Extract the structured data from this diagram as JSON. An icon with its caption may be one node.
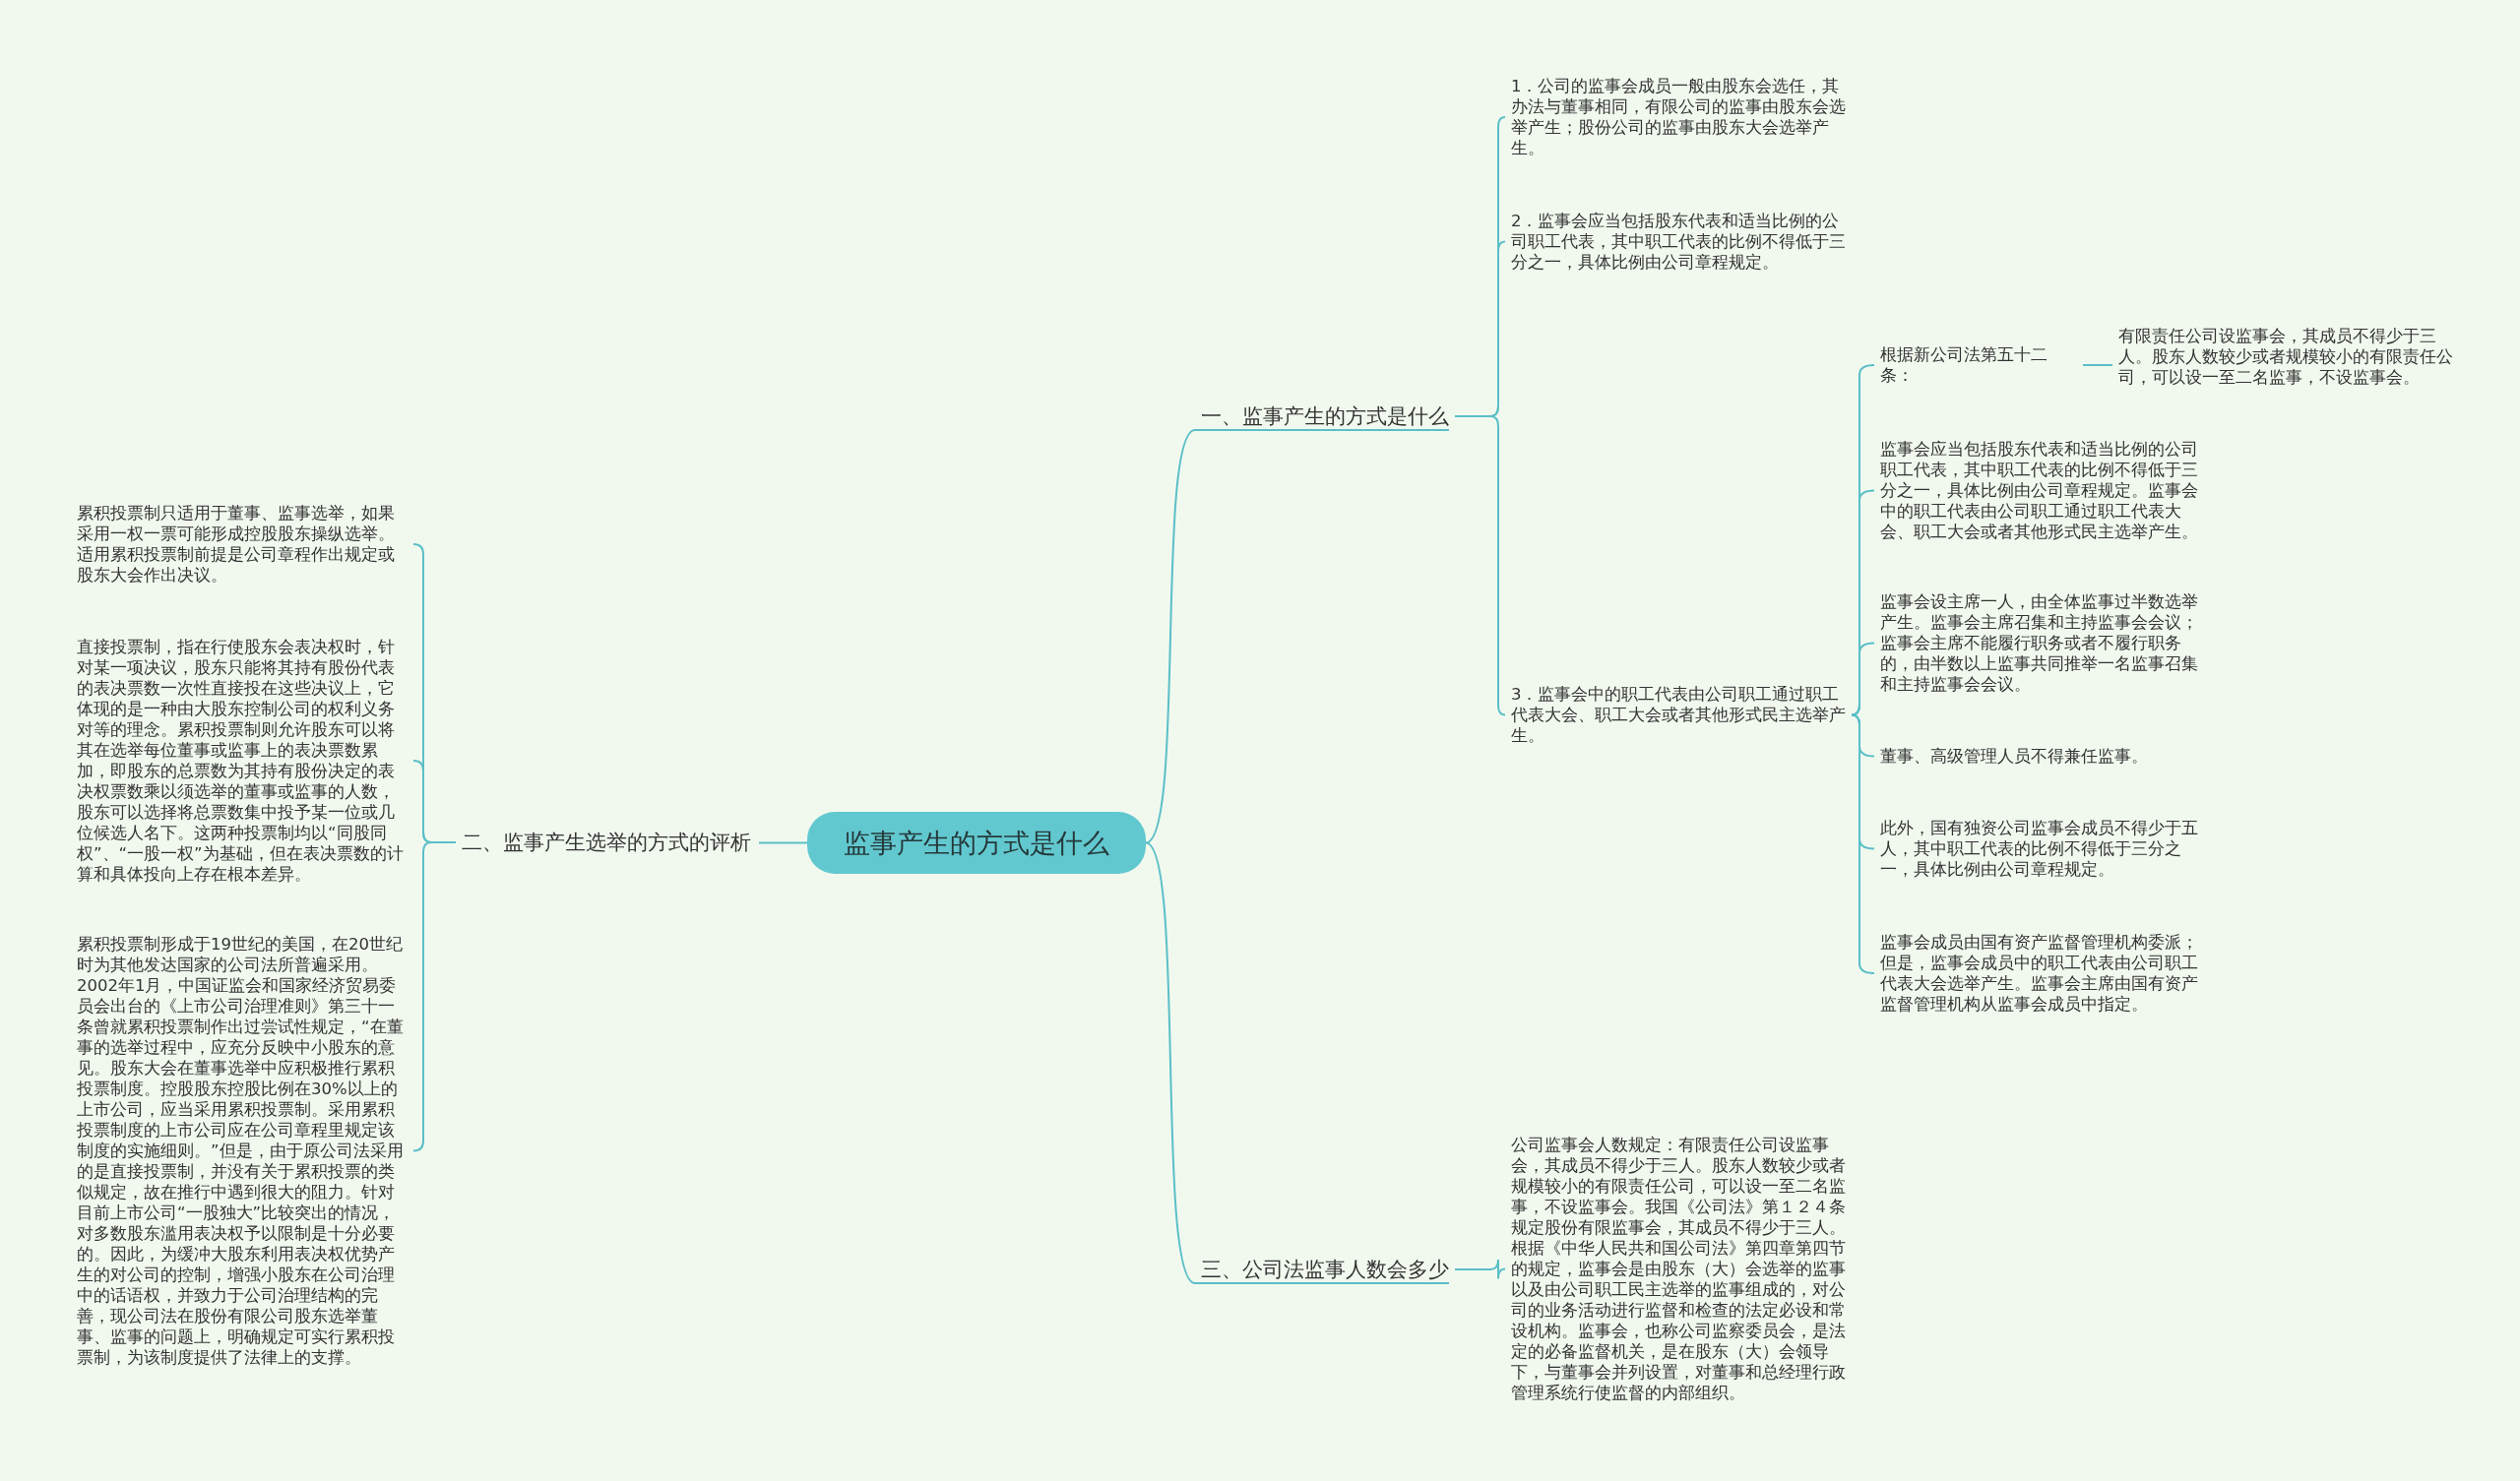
{
  "diagram": {
    "nodes": [
      {
        "text": [
          "监事产生的方式是什么"
        ]
      },
      {
        "text": [
          "一、监事产生的方式是什么"
        ]
      },
      {
        "text": [
          "1．公司的监事会成员一般由股东会选任，其办法与董事相同，有限公司的监事由股东会选举产生；股份公司的监事由股东大会选举产生。"
        ]
      },
      {
        "text": [
          "2．监事会应当包括股东代表和适当比例的公司职工代表，其中职工代表的比例不得低于三分之一，具体比例由公司章程规定。"
        ]
      },
      {
        "text": [
          "3．监事会中的职工代表由公司职工通过职工代表大会、职工大会或者其他形式民主选举产生。"
        ]
      },
      {
        "text": [
          "根据新公司法第五十二条："
        ]
      },
      {
        "text": [
          "有限责任公司设监事会，其成员不得少于三人。股东人数较少或者规模较小的有限责任公司，可以设一至二名监事，不设监事会。"
        ]
      },
      {
        "text": [
          "监事会应当包括股东代表和适当比例的公司职工代表，其中职工代表的比例不得低于三分之一，具体比例由公司章程规定。监事会中的职工代表由公司职工通过职工代表大会、职工大会或者其他形式民主选举产生。"
        ]
      },
      {
        "text": [
          "监事会设主席一人，由全体监事过半数选举产生。监事会主席召集和主持监事会会议；监事会主席不能履行职务或者不履行职务的，由半数以上监事共同推举一名监事召集和主持监事会会议。"
        ]
      },
      {
        "text": [
          "董事、高级管理人员不得兼任监事。"
        ]
      },
      {
        "text": [
          "此外，国有独资公司监事会成员不得少于五人，其中职工代表的比例不得低于三分之一，具体比例由公司章程规定。"
        ]
      },
      {
        "text": [
          "监事会成员由国有资产监督管理机构委派；但是，监事会成员中的职工代表由公司职工代表大会选举产生。监事会主席由国有资产监督管理机构从监事会成员中指定。"
        ]
      },
      {
        "text": [
          "二、监事产生选举的方式的评析"
        ]
      },
      {
        "text": [
          "累积投票制只适用于董事、监事选举，如果采用一权一票可能形成控股股东操纵选举。适用累积投票制前提是公司章程作出规定或股东大会作出决议。"
        ]
      },
      {
        "text": [
          "直接投票制，指在行使股东会表决权时，针对某一项决议，股东只能将其持有股份代表的表决票数一次性直接投在这些决议上，它体现的是一种由大股东控制公司的权利义务对等的理念。累积投票制则允许股东可以将其在选举每位董事或监事上的表决票数累加，即股东的总票数为其持有股份决定的表决权票数乘以须选举的董事或监事的人数，股东可以选择将总票数集中投予某一位或几位候选人名下。这两种投票制均以“同股同权”、“一股一权”为基础，但在表决票数的计算和具体投向上存在根本差异。"
        ]
      },
      {
        "text": [
          "累积投票制形成于19世纪的美国，在20世纪时为其他发达国家的公司法所普遍采用。2002年1月，中国证监会和国家经济贸易委员会出台的《上市公司治理准则》第三十一条曾就累积投票制作出过尝试性规定，“在董事的选举过程中，应充分反映中小股东的意见。股东大会在董事选举中应积极推行累积投票制度。控股股东控股比例在30%以上的上市公司，应当采用累积投票制。采用累积投票制度的上市公司应在公司章程里规定该制度的实施细则。”但是，由于原公司法采用的是直接投票制，并没有关于累积投票的类似规定，故在推行中遇到很大的阻力。针对目前上市公司“一股独大”比较突出的情况，对多数股东滥用表决权予以限制是十分必要的。因此，为缓冲大股东利用表决权优势产生的对公司的控制，增强小股东在公司治理中的话语权，并致力于公司治理结构的完善，现公司法在股份有限公司股东选举董事、监事的问题上，明确规定可实行累积投票制，为该制度提供了法律上的支撑。"
        ]
      },
      {
        "text": [
          "三、公司法监事人数会多少"
        ]
      },
      {
        "text": [
          "公司监事会人数规定：有限责任公司设监事会，其成员不得少于三人。股东人数较少或者规模较小的有限责任公司，可以设一至二名监事，不设监事会。我国《公司法》第１２４条规定股份有限监事会，其成员不得少于三人。根据《中华人民共和国公司法》第四章第四节的规定，监事会是由股东（大）会选举的监事以及由公司职工民主选举的监事组成的，对公司的业务活动进行监督和检查的法定必设和常设机构。监事会，也称公司监察委员会，是法定的必备监督机关，是在股东（大）会领导下，与董事会并列设置，对董事和总经理行政管理系统行使监督的内部组织。"
        ]
      }
    ],
    "edges": [
      {
        "from": 0,
        "to": 1,
        "arrow": "none"
      },
      {
        "from": 1,
        "to": 2,
        "arrow": "none"
      },
      {
        "from": 1,
        "to": 3,
        "arrow": "none"
      },
      {
        "from": 1,
        "to": 4,
        "arrow": "none"
      },
      {
        "from": 4,
        "to": 5,
        "arrow": "none"
      },
      {
        "from": 5,
        "to": 6,
        "arrow": "none"
      },
      {
        "from": 4,
        "to": 7,
        "arrow": "none"
      },
      {
        "from": 4,
        "to": 8,
        "arrow": "none"
      },
      {
        "from": 4,
        "to": 9,
        "arrow": "none"
      },
      {
        "from": 4,
        "to": 10,
        "arrow": "none"
      },
      {
        "from": 4,
        "to": 11,
        "arrow": "none"
      },
      {
        "from": 0,
        "to": 12,
        "arrow": "none"
      },
      {
        "from": 12,
        "to": 13,
        "arrow": "none"
      },
      {
        "from": 12,
        "to": 14,
        "arrow": "none"
      },
      {
        "from": 12,
        "to": 15,
        "arrow": "none"
      },
      {
        "from": 0,
        "to": 16,
        "arrow": "none"
      },
      {
        "from": 16,
        "to": 17,
        "arrow": "none"
      }
    ]
  }
}
